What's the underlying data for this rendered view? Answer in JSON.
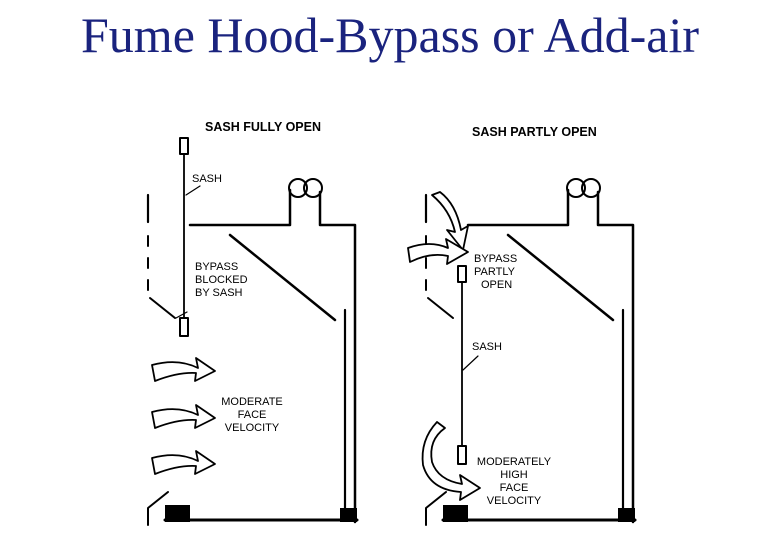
{
  "title": "Fume Hood-Bypass or Add-air",
  "left_panel": {
    "heading": "SASH  FULLY OPEN",
    "sash_label": "SASH",
    "bypass_label": [
      "BYPASS",
      "BLOCKED",
      "BY SASH"
    ],
    "velocity_label": [
      "MODERATE",
      "FACE",
      "VELOCITY"
    ]
  },
  "right_panel": {
    "heading": "SASH  PARTLY OPEN",
    "bypass_label": [
      "BYPASS",
      "PARTLY",
      "OPEN"
    ],
    "sash_label": "SASH",
    "velocity_label": [
      "MODERATELY",
      "HIGH",
      "FACE",
      "VELOCITY"
    ]
  }
}
